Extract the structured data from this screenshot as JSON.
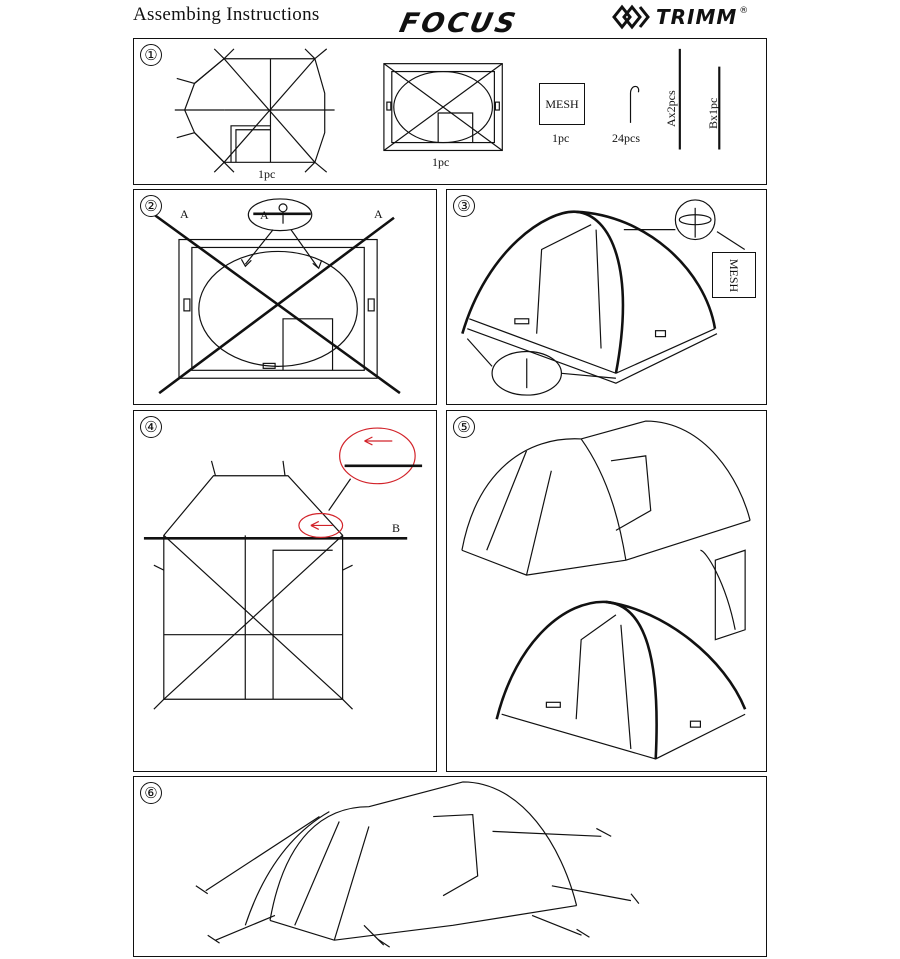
{
  "header": {
    "title": "Assembing  Instructions",
    "model": "FOCUS",
    "brand": "TRIMM",
    "brand_reg": "®"
  },
  "steps": [
    {
      "number": "①",
      "inner_tent_qty": "1pc",
      "fly_qty": "1pc",
      "mesh_label": "MESH",
      "mesh_qty": "1pc",
      "pegs_qty": "24pcs",
      "pole_a": "Ax2pcs",
      "pole_b": "Bx1pc"
    },
    {
      "number": "②",
      "pole_left": "A",
      "pole_zoom": "A",
      "pole_right": "A"
    },
    {
      "number": "③",
      "mesh_label": "MESH"
    },
    {
      "number": "④",
      "pole_label": "B"
    },
    {
      "number": "⑤"
    },
    {
      "number": "⑥"
    }
  ],
  "colors": {
    "line": "#111111",
    "highlight": "#d2232a"
  }
}
